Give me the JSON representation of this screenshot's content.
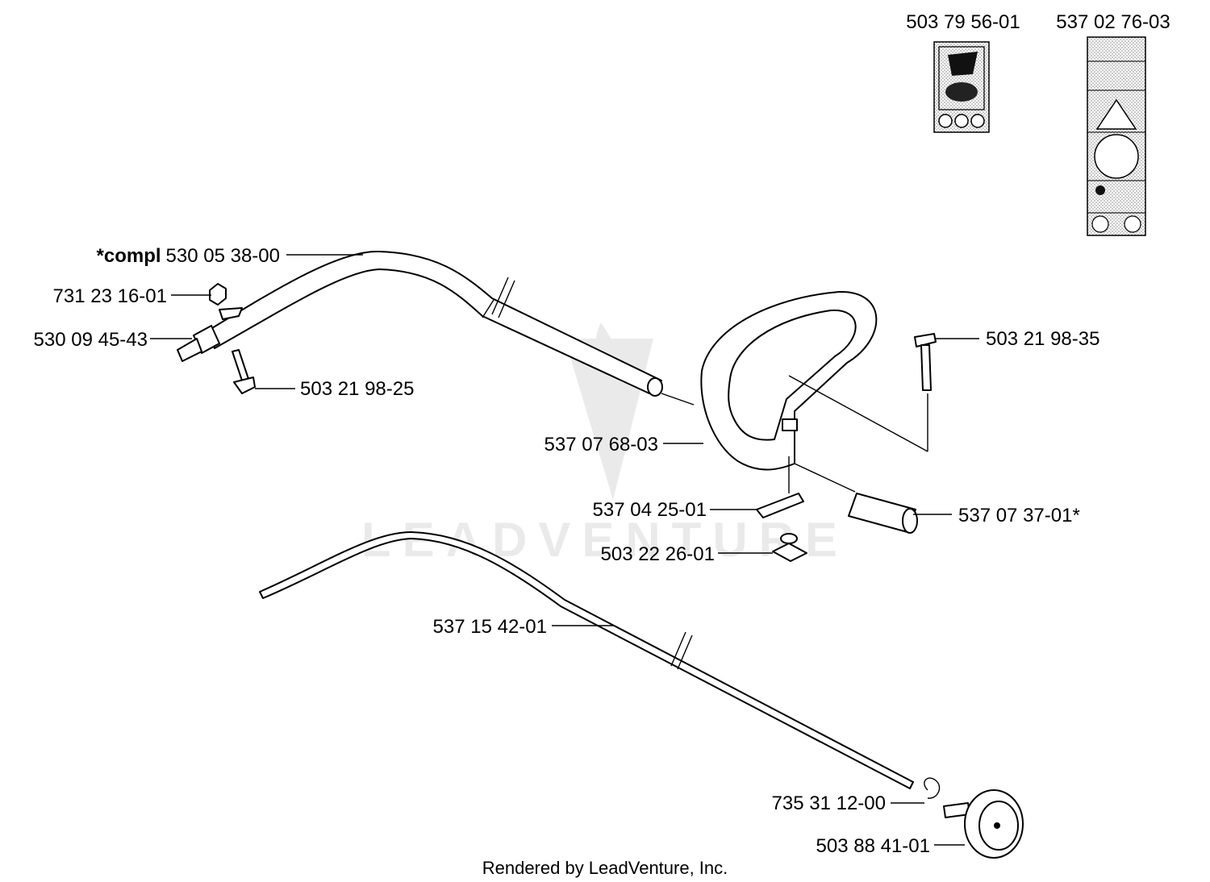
{
  "parts": {
    "decal_a": "503 79 56-01",
    "decal_b": "537 02 76-03",
    "compl_prefix": "*compl",
    "shaft_assy": "530 05 38-00",
    "nut": "731 23 16-01",
    "coupling": "530 09 45-43",
    "screw_left": "503 21 98-25",
    "screw_right": "503 21 98-35",
    "handle": "537 07 68-03",
    "clamp": "537 04 25-01",
    "spacer": "537 07 37-01*",
    "wing_nut": "503 22 26-01",
    "drive_shaft": "537 15 42-01",
    "snap_ring": "735 31 12-00",
    "clutch_drum": "503 88 41-01"
  },
  "watermark": "LEADVENTURE",
  "footer": "Rendered by LeadVenture, Inc."
}
